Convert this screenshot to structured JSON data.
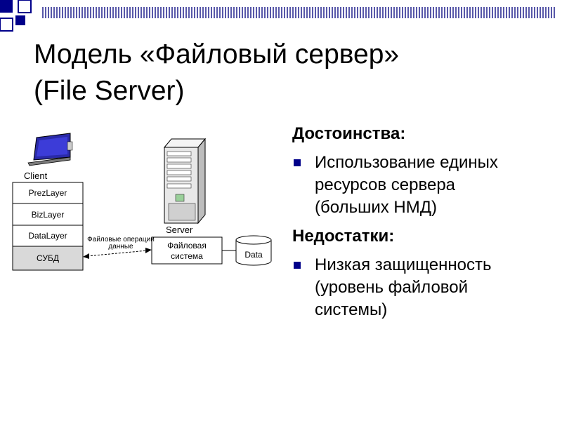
{
  "slide": {
    "title_line1": "Модель «Файловый сервер»",
    "title_line2": "(File Server)",
    "accent_color": "#1a1a8c"
  },
  "diagram": {
    "client_label": "Client",
    "server_label": "Server",
    "layers": [
      "PrezLayer",
      "BizLayer",
      "DataLayer",
      "СУБД"
    ],
    "arrow_label_line1": "Файловые операции",
    "arrow_label_line2": "данные",
    "filesystem_line1": "Файловая",
    "filesystem_line2": "система",
    "data_label": "Data",
    "icons": [
      "laptop-icon",
      "server-tower-icon",
      "database-cylinder-icon"
    ]
  },
  "right_panel": {
    "advantages_header": "Достоинства:",
    "advantage_lines": [
      "Использование единых",
      "ресурсов сервера",
      "(больших НМД)"
    ],
    "disadvantages_header": "Недостатки:",
    "disadvantage_lines": [
      "Низкая защищенность",
      "(уровень файловой",
      "системы)"
    ]
  }
}
